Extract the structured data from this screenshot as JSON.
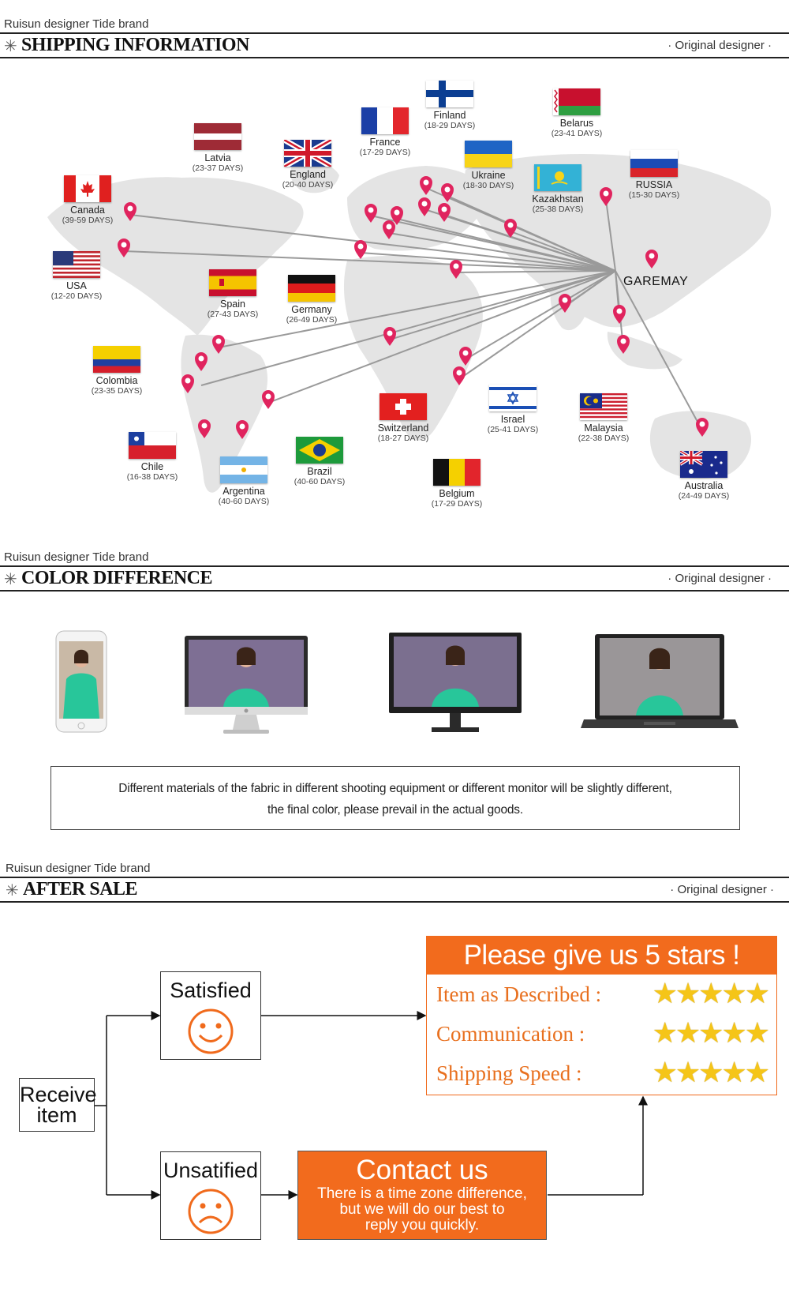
{
  "sections": {
    "shipping": {
      "brand": "Ruisun designer Tide brand",
      "title": "SHIPPING INFORMATION",
      "tag": "· Original  designer ·"
    },
    "color": {
      "brand": "Ruisun designer Tide brand",
      "title": "COLOR DIFFERENCE",
      "tag": "· Original  designer ·"
    },
    "after": {
      "brand": "Ruisun designer Tide brand",
      "title": "AFTER SALE",
      "tag": "· Original  designer ·"
    }
  },
  "star_glyph": "✳",
  "hub": "GAREMAY",
  "countries": [
    {
      "name": "Finland",
      "days": "(18-29 DAYS)",
      "flag": "finland"
    },
    {
      "name": "Belarus",
      "days": "(23-41 DAYS)",
      "flag": "belarus"
    },
    {
      "name": "France",
      "days": "(17-29 DAYS)",
      "flag": "france"
    },
    {
      "name": "Latvia",
      "days": "(23-37 DAYS)",
      "flag": "latvia"
    },
    {
      "name": "England",
      "days": "(20-40 DAYS)",
      "flag": "england"
    },
    {
      "name": "Ukraine",
      "days": "(18-30 DAYS)",
      "flag": "ukraine"
    },
    {
      "name": "Kazakhstan",
      "days": "(25-38 DAYS)",
      "flag": "kazakhstan"
    },
    {
      "name": "RUSSIA",
      "days": "(15-30 DAYS)",
      "flag": "russia"
    },
    {
      "name": "Canada",
      "days": "(39-59 DAYS)",
      "flag": "canada"
    },
    {
      "name": "USA",
      "days": "(12-20 DAYS)",
      "flag": "usa"
    },
    {
      "name": "Spain",
      "days": "(27-43 DAYS)",
      "flag": "spain"
    },
    {
      "name": "Germany",
      "days": "(26-49 DAYS)",
      "flag": "germany"
    },
    {
      "name": "Colombia",
      "days": "(23-35 DAYS)",
      "flag": "colombia"
    },
    {
      "name": "Switzerland",
      "days": "(18-27 DAYS)",
      "flag": "switzerland"
    },
    {
      "name": "Israel",
      "days": "(25-41 DAYS)",
      "flag": "israel"
    },
    {
      "name": "Malaysia",
      "days": "(22-38 DAYS)",
      "flag": "malaysia"
    },
    {
      "name": "Chile",
      "days": "(16-38 DAYS)",
      "flag": "chile"
    },
    {
      "name": "Brazil",
      "days": "(40-60 DAYS)",
      "flag": "brazil"
    },
    {
      "name": "Argentina",
      "days": "(40-60 DAYS)",
      "flag": "argentina"
    },
    {
      "name": "Belgium",
      "days": "(17-29 DAYS)",
      "flag": "belgium"
    },
    {
      "name": "Australia",
      "days": "(24-49 DAYS)",
      "flag": "australia"
    }
  ],
  "color_note": {
    "line1": "Different materials of the fabric in different shooting equipment or different monitor will be slightly different,",
    "line2": "the final color, please prevail in the actual goods."
  },
  "devices": [
    "phone",
    "imac",
    "dell-monitor",
    "laptop"
  ],
  "after_sale": {
    "receive_line1": "Receive",
    "receive_line2": "item",
    "satisfied": "Satisfied",
    "unsatisfied": "Unsatified",
    "satisfied_face": "☺",
    "unsatisfied_face": "☹",
    "stars_title": "Please give us 5 stars  !",
    "ratings": [
      {
        "label": "Item as Described :",
        "stars": 5
      },
      {
        "label": "Communication :",
        "stars": 5
      },
      {
        "label": "Shipping Speed :",
        "stars": 5
      }
    ],
    "contact_title": "Contact us",
    "contact_line1": "There is a time zone difference,",
    "contact_line2": "but we will do our best to",
    "contact_line3": "reply you quickly."
  },
  "colors": {
    "accent": "#f26b1d",
    "pin": "#e0245e",
    "star": "#f5c518",
    "map": "#e6e6e6"
  }
}
